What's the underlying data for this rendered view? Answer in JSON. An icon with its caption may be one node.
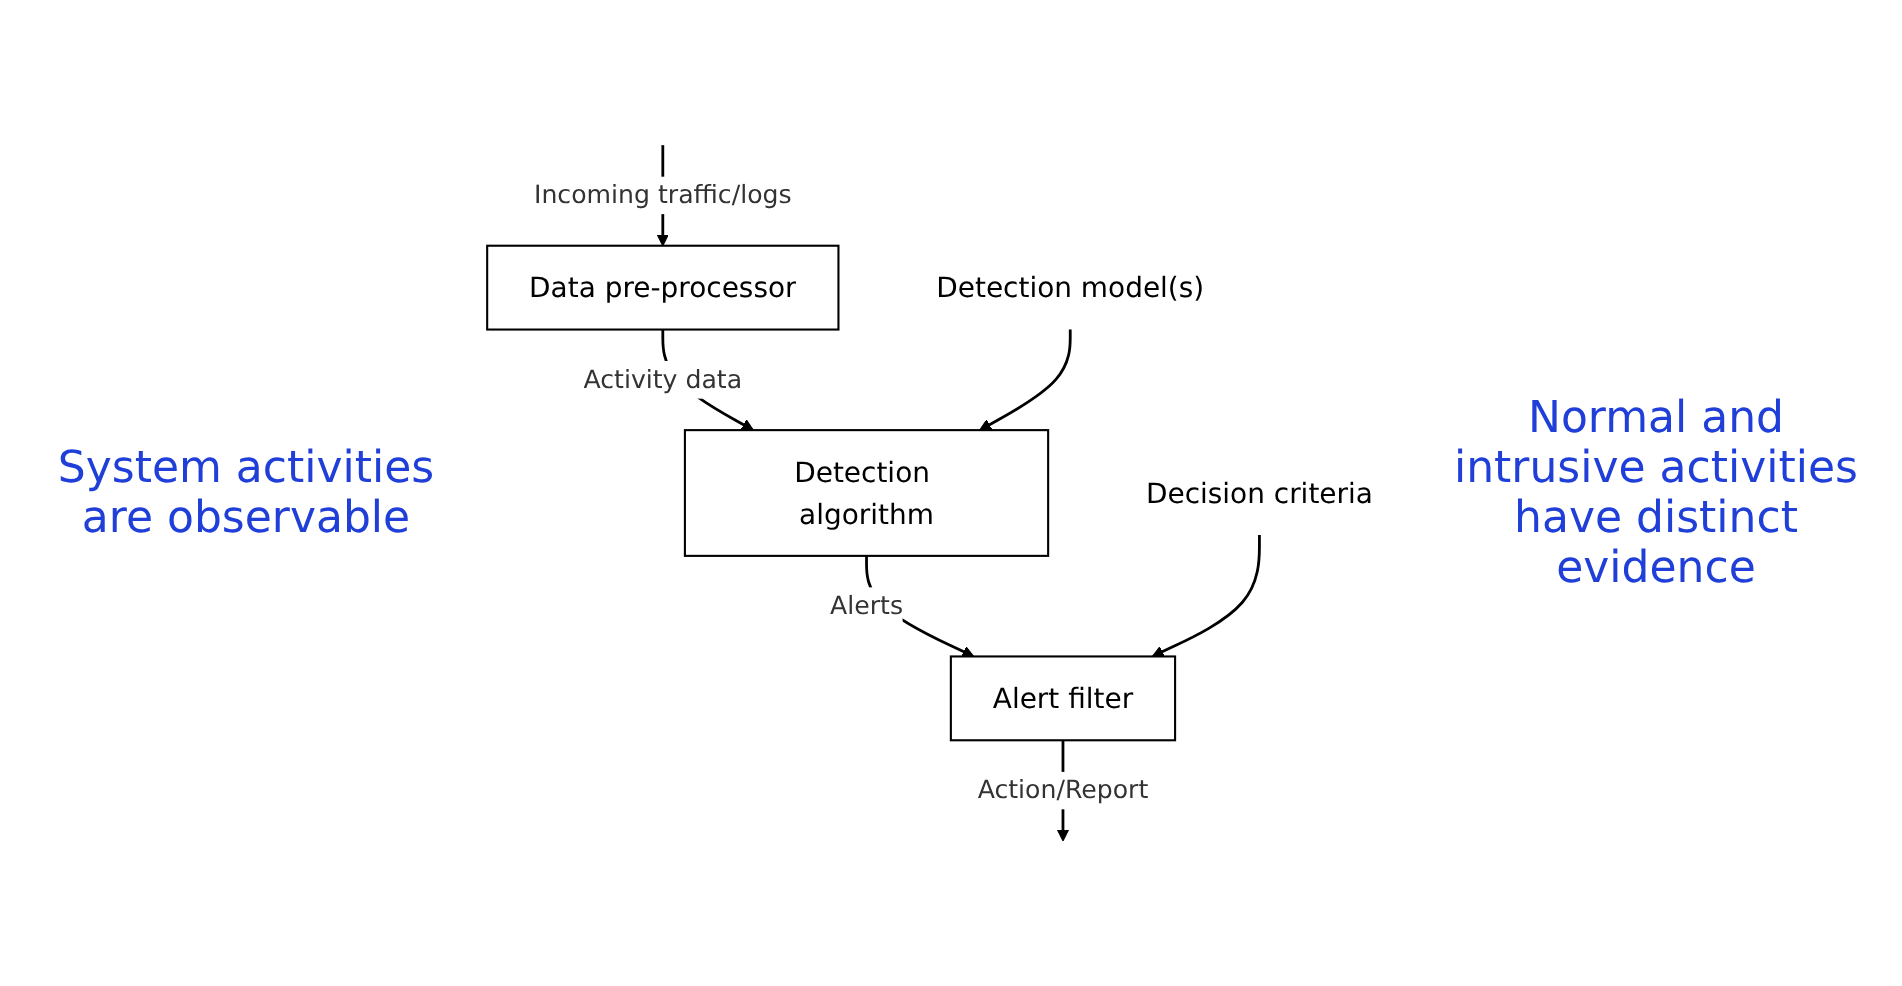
{
  "diagram": {
    "nodes": [
      {
        "text": [
          "Data pre-processor"
        ]
      },
      {
        "text": [
          "Detection algorithm"
        ]
      },
      {
        "text": [
          "Alert filter"
        ]
      },
      {
        "text": [
          "Detection model(s)"
        ]
      },
      {
        "text": [
          "Decision criteria"
        ]
      }
    ],
    "edges": [
      {
        "from": null,
        "to": 0,
        "arrow": "to",
        "label": "Incoming traffic/logs"
      },
      {
        "from": 0,
        "to": 1,
        "arrow": "to",
        "label": "Activity data"
      },
      {
        "from": 3,
        "to": 1,
        "arrow": "to"
      },
      {
        "from": 1,
        "to": 2,
        "arrow": "to",
        "label": "Alerts"
      },
      {
        "from": 4,
        "to": 2,
        "arrow": "to"
      },
      {
        "from": 2,
        "to": null,
        "arrow": "to",
        "label": "Action/Report"
      }
    ],
    "labels": [
      "System activities are observable",
      "Normal and intrusive activities have distinct evidence"
    ]
  }
}
